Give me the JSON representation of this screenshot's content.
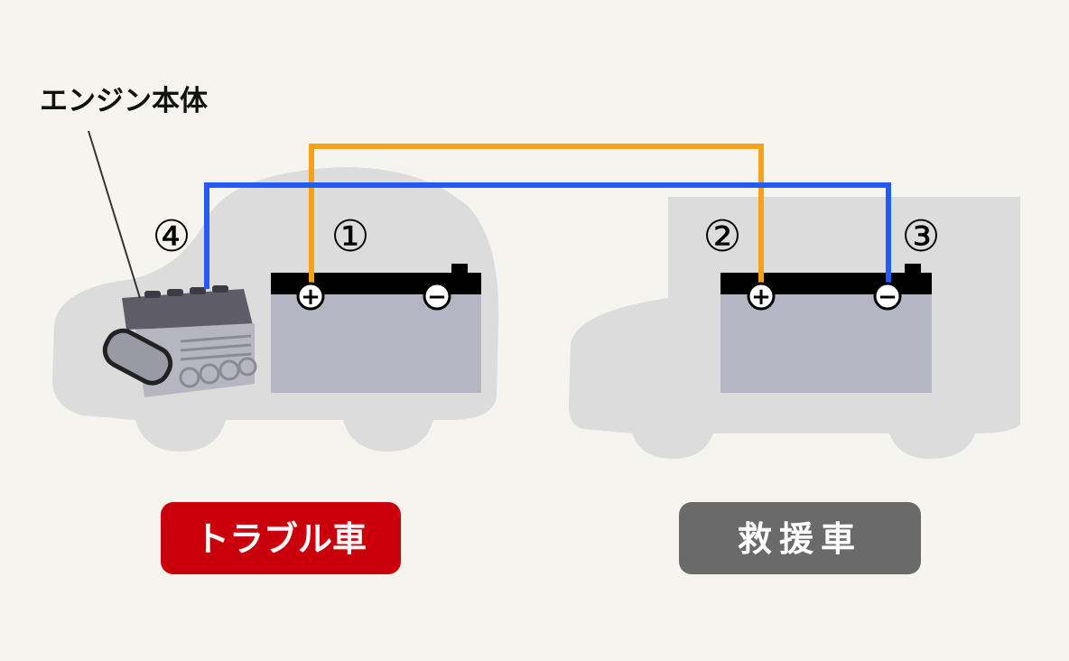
{
  "engine_label": "エンジン本体",
  "markers": {
    "n1": "①",
    "n2": "②",
    "n3": "③",
    "n4": "④"
  },
  "terminals": {
    "plus": "+",
    "minus": "−"
  },
  "badges": {
    "trouble": "トラブル車",
    "rescue": "救援車"
  },
  "colors": {
    "background": "#f5f4ee",
    "vehicle": "#dcdcdc",
    "battery_body": "#b4b6c4",
    "positive_cable": "#f7a11a",
    "negative_cable": "#1e5cf5",
    "trouble_badge": "#c9000b",
    "rescue_badge": "#6a6a6a"
  }
}
